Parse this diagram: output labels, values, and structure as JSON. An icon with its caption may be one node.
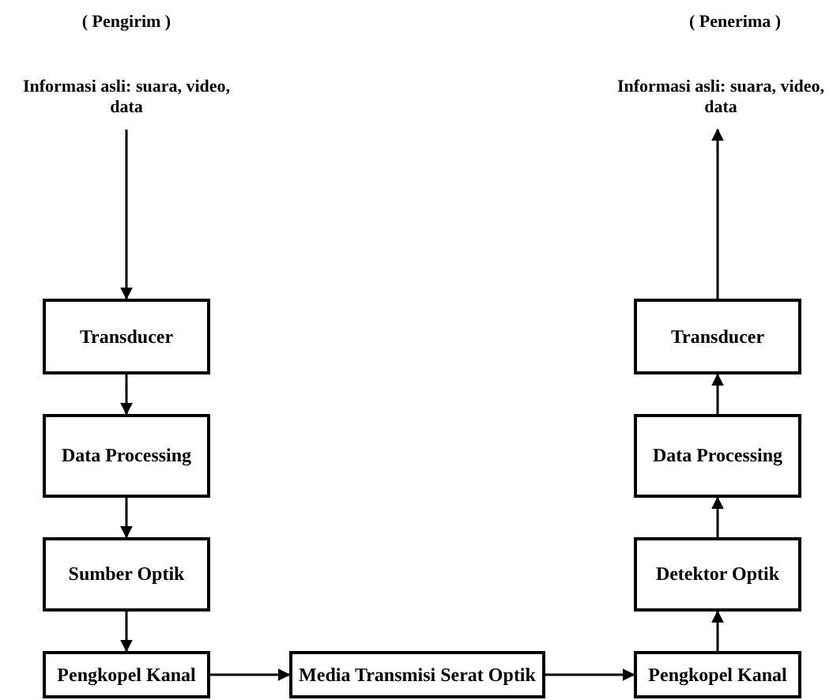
{
  "diagram": {
    "nodes": [
      {
        "text": [
          "Informasi asli: suara, video, data"
        ]
      },
      {
        "text": [
          "Transducer"
        ]
      },
      {
        "text": [
          "Data Processing"
        ]
      },
      {
        "text": [
          "Sumber Optik"
        ]
      },
      {
        "text": [
          "Pengkopel Kanal"
        ]
      },
      {
        "text": [
          "Media Transmisi Serat Optik"
        ]
      },
      {
        "text": [
          "Pengkopel Kanal"
        ]
      },
      {
        "text": [
          "Detektor Optik"
        ]
      },
      {
        "text": [
          "Data Processing"
        ]
      },
      {
        "text": [
          "Transducer"
        ]
      },
      {
        "text": [
          "Informasi asli: suara, video, data"
        ]
      }
    ],
    "edges": [
      {
        "from": 0,
        "to": 1,
        "arrow": "to"
      },
      {
        "from": 1,
        "to": 2,
        "arrow": "to"
      },
      {
        "from": 2,
        "to": 3,
        "arrow": "to"
      },
      {
        "from": 3,
        "to": 4,
        "arrow": "to"
      },
      {
        "from": 4,
        "to": 5,
        "arrow": "to"
      },
      {
        "from": 5,
        "to": 6,
        "arrow": "to"
      },
      {
        "from": 6,
        "to": 7,
        "arrow": "to"
      },
      {
        "from": 7,
        "to": 8,
        "arrow": "to"
      },
      {
        "from": 8,
        "to": 9,
        "arrow": "to"
      },
      {
        "from": 9,
        "to": 10,
        "arrow": "to"
      }
    ],
    "labels": [
      "( Pengirim )",
      "( Penerima )"
    ]
  }
}
